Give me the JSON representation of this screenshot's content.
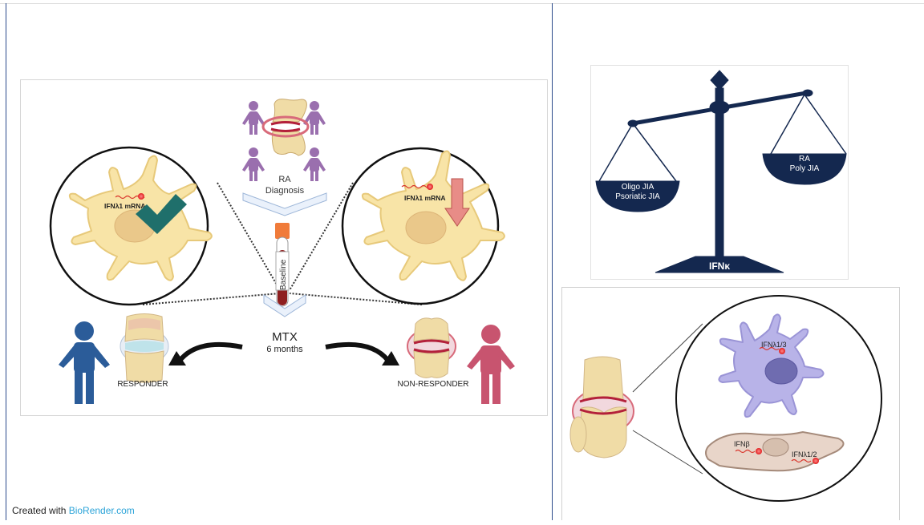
{
  "left_figure": {
    "ra_diagnosis": [
      "RA",
      "Diagnosis"
    ],
    "baseline": "Baseline",
    "mtx": "MTX",
    "duration": "6 months",
    "responder": "RESPONDER",
    "non_responder": "NON-RESPONDER",
    "left_cell_label": "IFNλ1 mRNA",
    "right_cell_label": "IFNλ1 mRNA"
  },
  "scale_figure": {
    "left_pan": [
      "Oligo JIA",
      "Psoriatic JIA"
    ],
    "right_pan": [
      "RA",
      "Poly JIA"
    ],
    "base_label": "IFNκ"
  },
  "joint_figure": {
    "dc_label": "IFNλ1/3",
    "fibro_label_1": "IFNβ",
    "fibro_label_2": "IFNλ1/2"
  },
  "footer": {
    "prefix": "Created with ",
    "brand": "BioRender.com"
  },
  "colors": {
    "navy": "#14284f",
    "purple": "#9a6fae",
    "blue_person": "#2b5c99",
    "pink_person": "#c8546f",
    "cell": "#f8e4a7",
    "cell_stroke": "#e7c97a",
    "check": "#1f6f6b",
    "down_arrow": "#e88c87"
  }
}
